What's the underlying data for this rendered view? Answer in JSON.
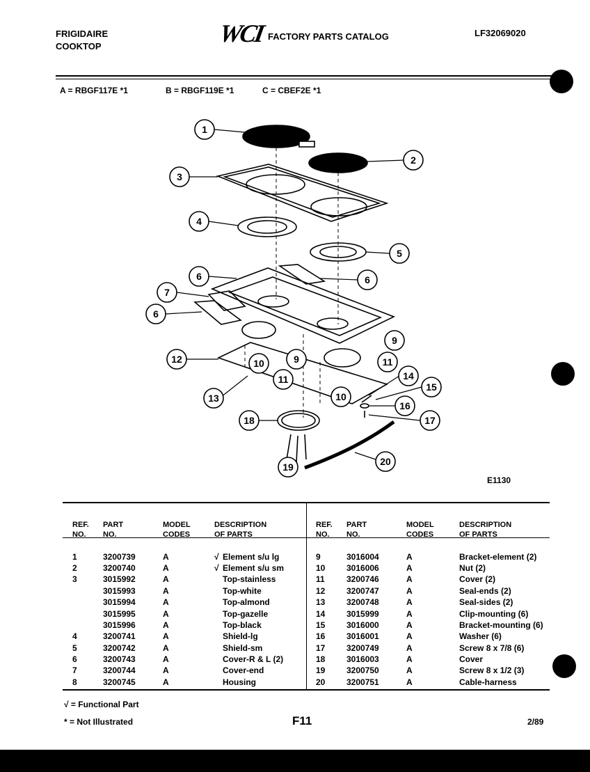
{
  "header": {
    "brand_line1": "FRIGIDAIRE",
    "brand_line2": "COOKTOP",
    "logo": "WCI",
    "catalog_title": "FACTORY PARTS CATALOG",
    "catalog_number": "LF32069020"
  },
  "models": {
    "a": "A = RBGF117E *1",
    "b": "B = RBGF119E *1",
    "c": "C = CBEF2E *1"
  },
  "diagram": {
    "code": "E1130",
    "callouts": [
      "1",
      "2",
      "3",
      "4",
      "5",
      "6",
      "6",
      "6",
      "7",
      "9",
      "9",
      "10",
      "10",
      "11",
      "11",
      "12",
      "13",
      "14",
      "15",
      "16",
      "17",
      "18",
      "19",
      "20"
    ]
  },
  "table": {
    "headers": {
      "ref": [
        "REF.",
        "NO."
      ],
      "part": [
        "PART",
        "NO."
      ],
      "model": [
        "MODEL",
        "CODES"
      ],
      "desc": [
        "DESCRIPTION",
        "OF PARTS"
      ]
    },
    "left_rows": [
      {
        "ref": "1",
        "part": "3200739",
        "model": "A",
        "check": "√",
        "desc": "Element s/u lg"
      },
      {
        "ref": "2",
        "part": "3200740",
        "model": "A",
        "check": "√",
        "desc": "Element s/u sm"
      },
      {
        "ref": "3",
        "part": "3015992",
        "model": "A",
        "check": "",
        "desc": "Top-stainless"
      },
      {
        "ref": "",
        "part": "3015993",
        "model": "A",
        "check": "",
        "desc": "Top-white"
      },
      {
        "ref": "",
        "part": "3015994",
        "model": "A",
        "check": "",
        "desc": "Top-almond"
      },
      {
        "ref": "",
        "part": "3015995",
        "model": "A",
        "check": "",
        "desc": "Top-gazelle"
      },
      {
        "ref": "",
        "part": "3015996",
        "model": "A",
        "check": "",
        "desc": "Top-black"
      },
      {
        "ref": "4",
        "part": "3200741",
        "model": "A",
        "check": "",
        "desc": "Shield-lg"
      },
      {
        "ref": "5",
        "part": "3200742",
        "model": "A",
        "check": "",
        "desc": "Shield-sm"
      },
      {
        "ref": "6",
        "part": "3200743",
        "model": "A",
        "check": "",
        "desc": "Cover-R & L (2)"
      },
      {
        "ref": "7",
        "part": "3200744",
        "model": "A",
        "check": "",
        "desc": "Cover-end"
      },
      {
        "ref": "8",
        "part": "3200745",
        "model": "A",
        "check": "",
        "desc": "Housing"
      }
    ],
    "right_rows": [
      {
        "ref": "9",
        "part": "3016004",
        "model": "A",
        "desc": "Bracket-element (2)"
      },
      {
        "ref": "10",
        "part": "3016006",
        "model": "A",
        "desc": "Nut (2)"
      },
      {
        "ref": "11",
        "part": "3200746",
        "model": "A",
        "desc": "Cover (2)"
      },
      {
        "ref": "12",
        "part": "3200747",
        "model": "A",
        "desc": "Seal-ends (2)"
      },
      {
        "ref": "13",
        "part": "3200748",
        "model": "A",
        "desc": "Seal-sides (2)"
      },
      {
        "ref": "14",
        "part": "3015999",
        "model": "A",
        "desc": "Clip-mounting (6)"
      },
      {
        "ref": "15",
        "part": "3016000",
        "model": "A",
        "desc": "Bracket-mounting (6)"
      },
      {
        "ref": "16",
        "part": "3016001",
        "model": "A",
        "desc": "Washer (6)"
      },
      {
        "ref": "17",
        "part": "3200749",
        "model": "A",
        "desc": "Screw 8 x 7/8 (6)"
      },
      {
        "ref": "18",
        "part": "3016003",
        "model": "A",
        "desc": "Cover"
      },
      {
        "ref": "19",
        "part": "3200750",
        "model": "A",
        "desc": "Screw 8 x 1/2 (3)"
      },
      {
        "ref": "20",
        "part": "3200751",
        "model": "A",
        "desc": "Cable-harness"
      }
    ]
  },
  "footer": {
    "functional_note": "√ = Functional Part",
    "not_illustrated_note": "* = Not Illustrated",
    "page_code": "F11",
    "date": "2/89"
  }
}
